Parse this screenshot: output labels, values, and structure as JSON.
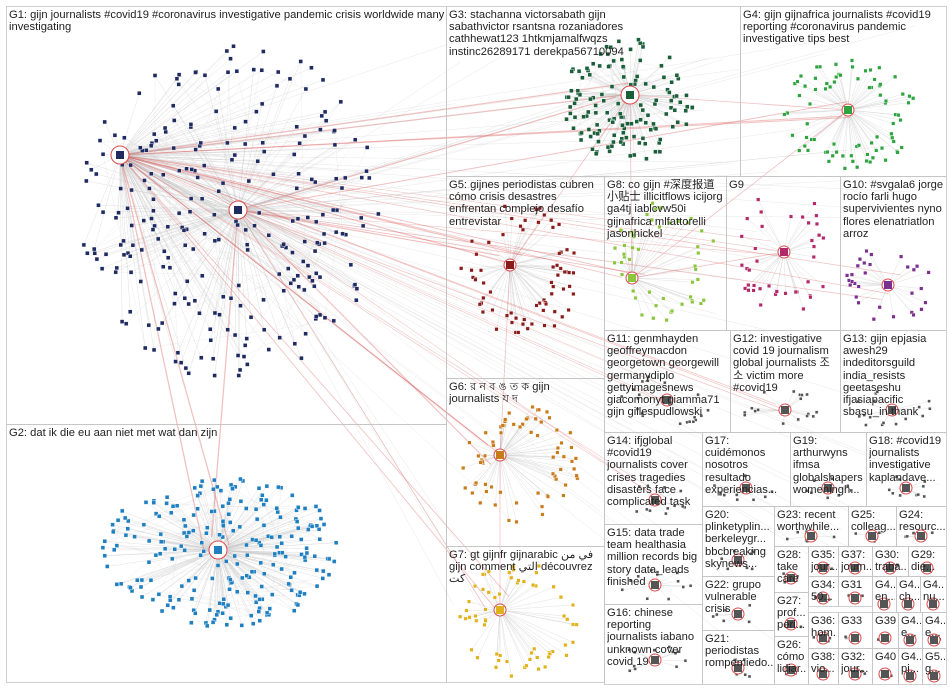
{
  "groups": [
    {
      "id": "g1",
      "label": "G1: gijn journalists #covid19 #coronavirus investigative pandemic crisis worldwide many investigating",
      "color": "#1f2a60"
    },
    {
      "id": "g2",
      "label": "G2: dat ik die eu aan niet met wat dan zijn",
      "color": "#1f7fc0"
    },
    {
      "id": "g3",
      "label": "G3: stachanna victorsabath gijn sabathvictor rsantsna rozaniadores cathhewat123 1htkmjamalfwqzs instinc26289171 derekpa56710094",
      "color": "#1b5e3a"
    },
    {
      "id": "g4",
      "label": "G4: gijn gijnafrica journalists #covid19 reporting #coronavirus pandemic investigative tips best",
      "color": "#2ea33f"
    },
    {
      "id": "g5",
      "label": "G5: gijnes periodistas cubren cómo crisis desastres enfrentan complejo desafío entrevistar",
      "color": "#8a1b1b"
    },
    {
      "id": "g6",
      "label": "G6: র ন ব ঙ ত ক gijn journalists য দ",
      "color": "#c87b1a"
    },
    {
      "id": "g7",
      "label": "G7: gt gijnfr gijnarabic في من gijn comment التي découvrez كت",
      "color": "#e0b21e"
    },
    {
      "id": "g8",
      "label": "G8: co gijn #深度报道 小贴士 illicitflows icijorg ga4tj iablcvw50i gijnafrica mlfattorelli jasonhickel",
      "color": "#8cc63e"
    },
    {
      "id": "g9",
      "label": "G9",
      "color": "#b22a6a"
    },
    {
      "id": "g10",
      "label": "G10: #svgala6 jorge rocío farli hugo supervivientes nyno flores elenatriatlon arroz",
      "color": "#7b2f8e"
    },
    {
      "id": "g11",
      "label": "G11: genmhayden geoffreymacdon georgetown georgewill germanydiplo gettyimagesnews giacomonyt giamma71 gijn gillespudlowski",
      "color": "#555555"
    },
    {
      "id": "g12",
      "label": "G12: investigative covid 19 journalism global journalists 조 소 victim more #covid19",
      "color": "#555555"
    },
    {
      "id": "g13",
      "label": "G13: gijn epjasia awesh29 indeditorsguild india_resists geetaseshu ifjasiapacific sbasu_in thank",
      "color": "#555555"
    },
    {
      "id": "g14",
      "label": "G14: ifjglobal #covid19 journalists cover crises tragedies disasters face complicated task",
      "color": "#555555"
    },
    {
      "id": "g15",
      "label": "G15: data trade team healthasia million records big story data_leads finished",
      "color": "#555555"
    },
    {
      "id": "g16",
      "label": "G16: chinese reporting journalists iabano unknown cover covid 19",
      "color": "#555555"
    },
    {
      "id": "g17",
      "label": "G17: cuidémonos nosotros resultado experiencias...",
      "color": "#555555"
    },
    {
      "id": "g18",
      "label": "G18: #covid19 journalists investigative kaplandave...",
      "color": "#555555"
    },
    {
      "id": "g19",
      "label": "G19: arthurwyns ifmsa globalshapers womeningh...",
      "color": "#555555"
    },
    {
      "id": "g20",
      "label": "G20: plinketyplin... berkeleygr... bbcbreaking skynews...",
      "color": "#555555"
    },
    {
      "id": "g21",
      "label": "G21: periodistas rompemiedo...",
      "color": "#555555"
    },
    {
      "id": "g22",
      "label": "G22: grupo vulnerable crisis",
      "color": "#555555"
    },
    {
      "id": "g23",
      "label": "G23: recent worthwhile...",
      "color": "#555555"
    },
    {
      "id": "g24",
      "label": "G24: resourc...",
      "color": "#555555"
    },
    {
      "id": "g25",
      "label": "G25: colleag...",
      "color": "#555555"
    },
    {
      "id": "g26",
      "label": "G26: cómo lidiar...",
      "color": "#555555"
    },
    {
      "id": "g27",
      "label": "G27: prof... peri...",
      "color": "#555555"
    },
    {
      "id": "g28",
      "label": "G28: take care",
      "color": "#555555"
    },
    {
      "id": "g29",
      "label": "G29: die...",
      "color": "#555555"
    },
    {
      "id": "g30",
      "label": "G30: traba...",
      "color": "#555555"
    },
    {
      "id": "g31",
      "label": "G31",
      "color": "#555555"
    },
    {
      "id": "g32",
      "label": "G32: jour...",
      "color": "#555555"
    },
    {
      "id": "g33",
      "label": "G33",
      "color": "#555555"
    },
    {
      "id": "g34",
      "label": "G34: 50...",
      "color": "#555555"
    },
    {
      "id": "g35",
      "label": "G35: jour...",
      "color": "#555555"
    },
    {
      "id": "g36",
      "label": "G36: hom...",
      "color": "#555555"
    },
    {
      "id": "g37",
      "label": "G37: journ...",
      "color": "#555555"
    },
    {
      "id": "g38",
      "label": "G38: vio...",
      "color": "#555555"
    },
    {
      "id": "g39",
      "label": "G39",
      "color": "#555555"
    },
    {
      "id": "g40",
      "label": "G40",
      "color": "#555555"
    },
    {
      "id": "g41",
      "label": "G4... en...",
      "color": "#555555"
    },
    {
      "id": "g42",
      "label": "G4... ch...",
      "color": "#555555"
    },
    {
      "id": "g43",
      "label": "G4... nu...",
      "color": "#555555"
    },
    {
      "id": "g44",
      "label": "G4... e...",
      "color": "#555555"
    },
    {
      "id": "g45",
      "label": "G4... re...",
      "color": "#555555"
    },
    {
      "id": "g46",
      "label": "G4... e...",
      "color": "#555555"
    },
    {
      "id": "g47",
      "label": "G47",
      "color": "#555555"
    },
    {
      "id": "g48",
      "label": "G48",
      "color": "#555555"
    },
    {
      "id": "g49",
      "label": "G4... pi...",
      "color": "#555555"
    },
    {
      "id": "g50",
      "label": "G5... g...",
      "color": "#555555"
    }
  ],
  "edge_colors": {
    "intra": "#c9c9c9",
    "inter": "#d84a4a"
  }
}
